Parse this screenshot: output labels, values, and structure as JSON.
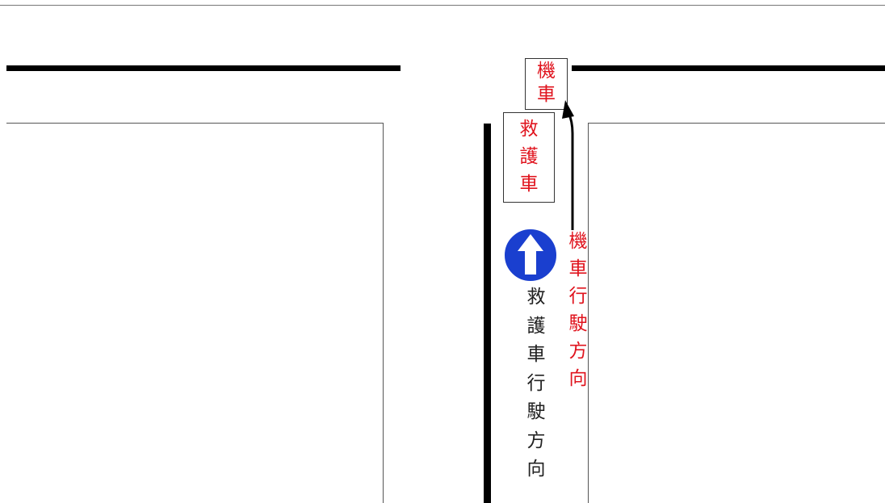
{
  "motorcycle_box": {
    "chars": [
      "機",
      "車"
    ]
  },
  "ambulance_box": {
    "chars": [
      "救",
      "護",
      "車"
    ]
  },
  "ambulance_direction": {
    "chars": [
      "救",
      "護",
      "車",
      "行",
      "駛",
      "方",
      "向"
    ]
  },
  "motorcycle_direction": {
    "chars": [
      "機",
      "車",
      "行",
      "駛",
      "方",
      "向"
    ]
  },
  "sign": {
    "name": "blue-straight-ahead-sign",
    "color": "#1a3fcf",
    "arrow_color": "#ffffff"
  },
  "colors": {
    "label_red": "#e0141e",
    "label_dark": "#222222",
    "road_line": "#000000"
  }
}
